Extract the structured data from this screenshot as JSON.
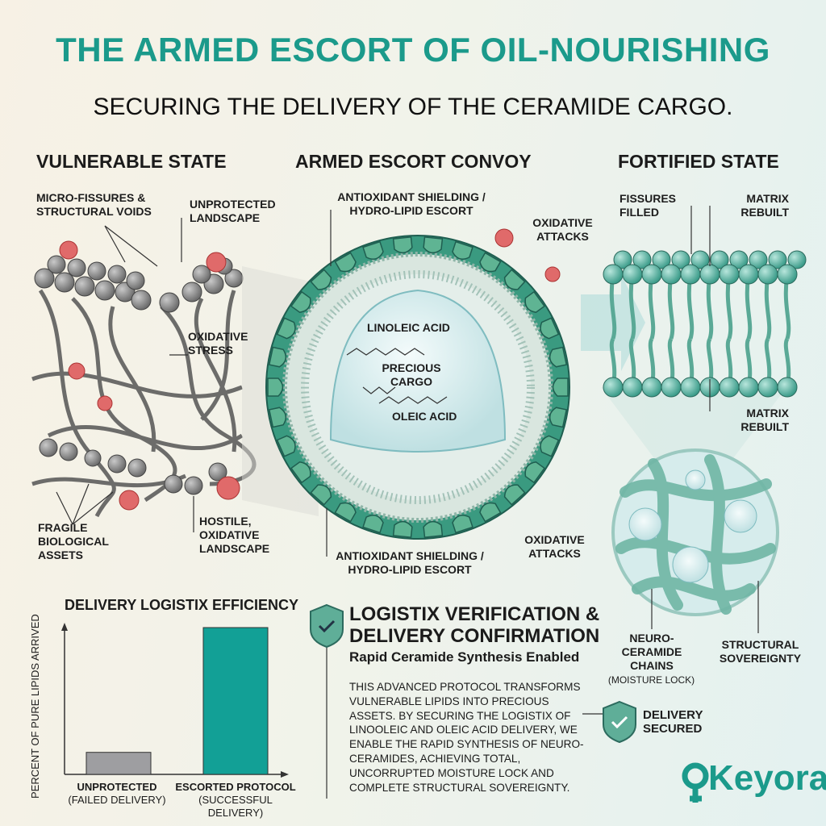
{
  "header": {
    "title": "THE ARMED ESCORT OF OIL-NOURISHING",
    "subtitle": "SECURING THE DELIVERY OF THE CERAMIDE CARGO."
  },
  "sections": {
    "left": "VULNERABLE STATE",
    "center": "ARMED ESCORT CONVOY",
    "right": "FORTIFIED STATE"
  },
  "left_labels": {
    "fissures": "MICRO-FISSURES & STRUCTURAL VOIDS",
    "landscape": "UNPROTECTED LANDSCAPE",
    "stress": "OXIDATIVE STRESS",
    "assets": "FRAGILE BIOLOGICAL ASSETS",
    "hostile": "HOSTILE, OXIDATIVE LANDSCAPE"
  },
  "center_labels": {
    "shield_top": "ANTIOXIDANT SHIELDING / HYDRO-LIPID ESCORT",
    "attacks_top": "OXIDATIVE ATTACKS",
    "linoleic": "LINOLEIC ACID",
    "cargo": "PRECIOUS CARGO",
    "oleic": "OLEIC ACID",
    "shield_bottom": "ANTIOXIDANT SHIELDING / HYDRO-LIPID ESCORT",
    "attacks_bottom": "OXIDATIVE ATTACKS"
  },
  "right_labels": {
    "fissures": "FISSURES FILLED",
    "matrix_top": "MATRIX REBUILT",
    "matrix_bottom": "MATRIX REBUILT",
    "chains": "NEURO-CERAMIDE CHAINS",
    "chains_note": "(MOISTURE LOCK)",
    "sovereignty": "STRUCTURAL SOVEREIGNTY"
  },
  "chart_data": {
    "type": "bar",
    "title": "DELIVERY LOGISTIX EFFICIENCY",
    "ylabel": "PERCENT OF PURE LIPIDS ARRIVED",
    "xlabel": "",
    "categories": [
      "UNPROTECTED",
      "ESCORTED PROTOCOL"
    ],
    "category_notes": [
      "(FAILED DELIVERY)",
      "(SUCCESSFUL DELIVERY)"
    ],
    "values": [
      15,
      100
    ],
    "colors": [
      "#9e9ea1",
      "#12a096"
    ],
    "ylim": [
      0,
      100
    ],
    "grid": false
  },
  "verification": {
    "heading_line1": "LOGISTIX VERIFICATION &",
    "heading_line2": "DELIVERY CONFIRMATION",
    "subheading": "Rapid Ceramide Synthesis Enabled",
    "body": "THIS ADVANCED PROTOCOL TRANSFORMS VULNERABLE LIPIDS INTO PRECIOUS ASSETS. BY SECURING THE LOGISTIX OF LINOOLEIC AND OLEIC ACID DELIVERY, WE ENABLE THE RAPID SYNTHESIS OF NEURO-CERAMIDES, ACHIEVING TOTAL, UNCORRUPTED MOISTURE LOCK AND COMPLETE STRUCTURAL SOVEREIGNTY.",
    "badge": "DELIVERY SECURED"
  },
  "brand": {
    "logo": "Keyora",
    "accent": "#1b9a8b"
  }
}
